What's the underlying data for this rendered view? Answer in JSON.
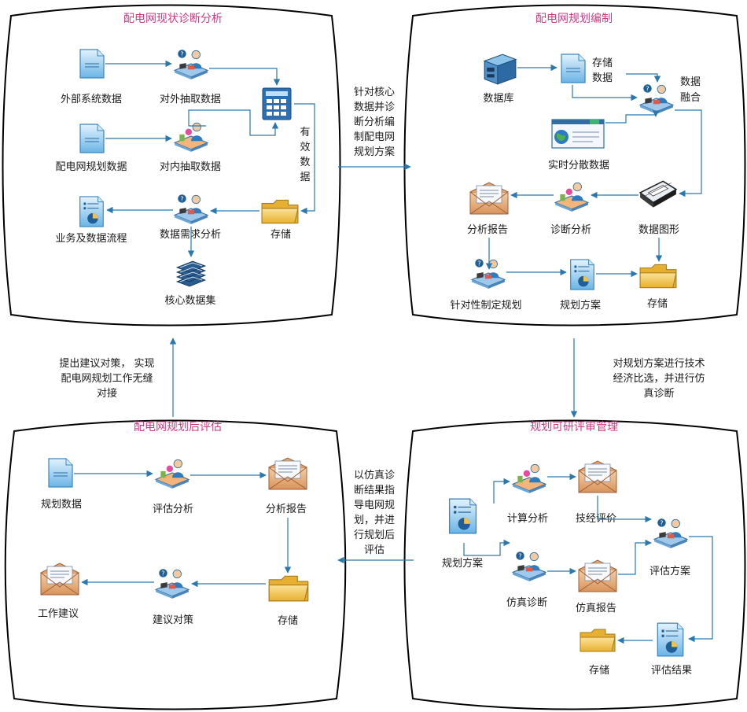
{
  "panels": {
    "p1": {
      "title": "配电网现状诊断分析",
      "external_data": "外部系统数据",
      "external_extract": "对外抽取数据",
      "planning_data": "配电网规划数据",
      "internal_extract": "对内抽取数据",
      "valid_data": [
        "有",
        "效",
        "数",
        "据"
      ],
      "business_flow": "业务及数据流程",
      "demand_analysis": "数据需求分析",
      "storage": "存储",
      "core_dataset": "核心数据集"
    },
    "p2": {
      "title": "配电网规划编制",
      "database": "数据库",
      "stored_data": [
        "存储",
        "数据"
      ],
      "data_fusion": [
        "数据",
        "融合"
      ],
      "realtime_data": "实时分散数据",
      "analysis_report": "分析报告",
      "diagnosis_analysis": "诊断分析",
      "data_graphics": "数据图形",
      "targeted_planning": "针对性制定规划",
      "planning_scheme": "规划方案",
      "storage": "存储"
    },
    "p3": {
      "title": "配电网规划后评估",
      "planning_data": "规划数据",
      "evaluation_analysis": "评估分析",
      "analysis_report": "分析报告",
      "work_suggestion": "工作建议",
      "suggestion_measures": "建议对策",
      "storage": "存储"
    },
    "p4": {
      "title": "规划可研评审管理",
      "calc_analysis": "计算分析",
      "tech_eval": "技经评价",
      "planning_scheme": "规划方案",
      "eval_scheme": "评估方案",
      "sim_diagnosis": "仿真诊断",
      "sim_report": "仿真报告",
      "storage": "存储",
      "eval_result": "评估结果"
    }
  },
  "connectors": {
    "top": [
      "针对核心",
      "数据并诊",
      "断分析编",
      "制配电网",
      "规划方案"
    ],
    "right": [
      "对规划方案进行技术",
      "经济比选，并进行仿",
      "真诊断"
    ],
    "bottom": [
      "以仿真诊",
      "断结果指",
      "导电网规",
      "划，并进",
      "行规划后",
      "评估"
    ],
    "left": [
      "提出建议对策， 实现",
      "配电网规划工作无缝",
      "对接"
    ]
  },
  "colors": {
    "title": "#cc3a82",
    "flow": "#2a78ad",
    "doc": "#6ab4e6",
    "folder": "#f0c24a",
    "envelope": "#e8b27a"
  }
}
